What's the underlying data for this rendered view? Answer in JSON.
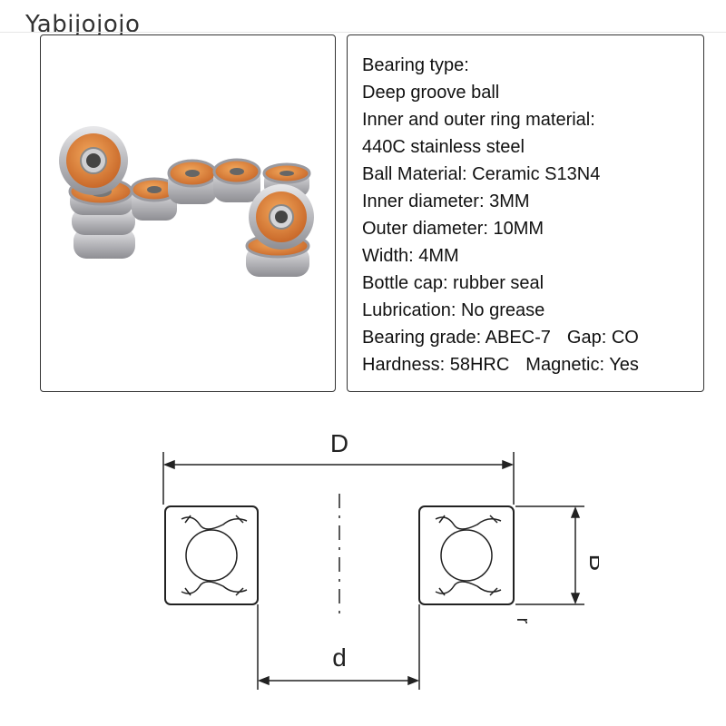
{
  "brand": "Yabijojojo",
  "photo": {
    "alt": "miniature ball bearings with orange rubber seals",
    "seal_color": "#e0893a",
    "ring_color": "#c9c9cc"
  },
  "specs": [
    {
      "text": "Bearing type:"
    },
    {
      "text": "Deep groove ball"
    },
    {
      "text": "Inner and outer ring material:"
    },
    {
      "text": "440C stainless steel"
    },
    {
      "text": "Ball Material: Ceramic S13N4"
    },
    {
      "text": "Inner diameter: 3MM"
    },
    {
      "text": "Outer diameter: 10MM"
    },
    {
      "text": "Width: 4MM"
    },
    {
      "text": "Bottle cap: rubber seal"
    },
    {
      "text": "Lubrication: No grease"
    },
    {
      "text": "Bearing grade: ABEC-7",
      "extra": "Gap: CO"
    },
    {
      "text": "Hardness: 58HRC",
      "extra": "Magnetic: Yes"
    }
  ],
  "diagram": {
    "label_outer": "D",
    "label_width": "B",
    "label_inner": "d",
    "label_radius": "r"
  }
}
